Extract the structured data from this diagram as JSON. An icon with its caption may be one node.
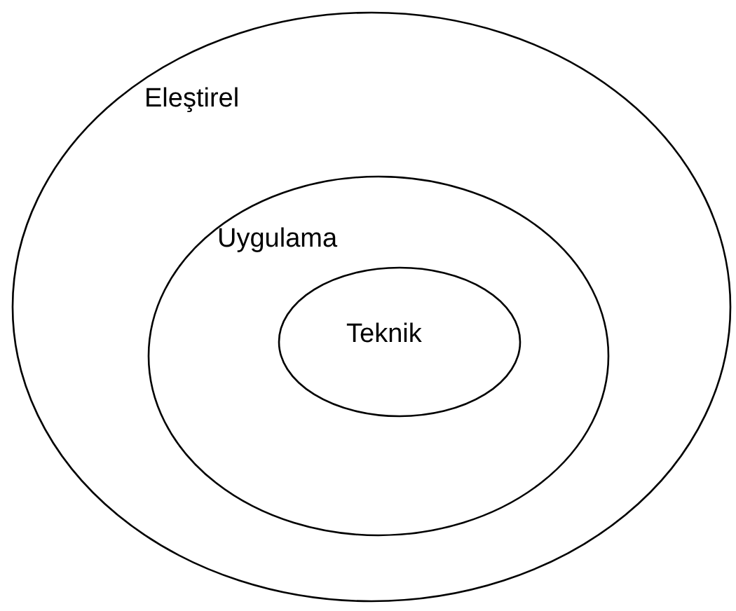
{
  "diagram": {
    "nodes": [
      {
        "text": [
          "Eleştirel"
        ]
      },
      {
        "text": [
          "Uygulama"
        ],
        "in": 0
      },
      {
        "text": [
          "Teknik"
        ],
        "in": 1
      }
    ]
  }
}
